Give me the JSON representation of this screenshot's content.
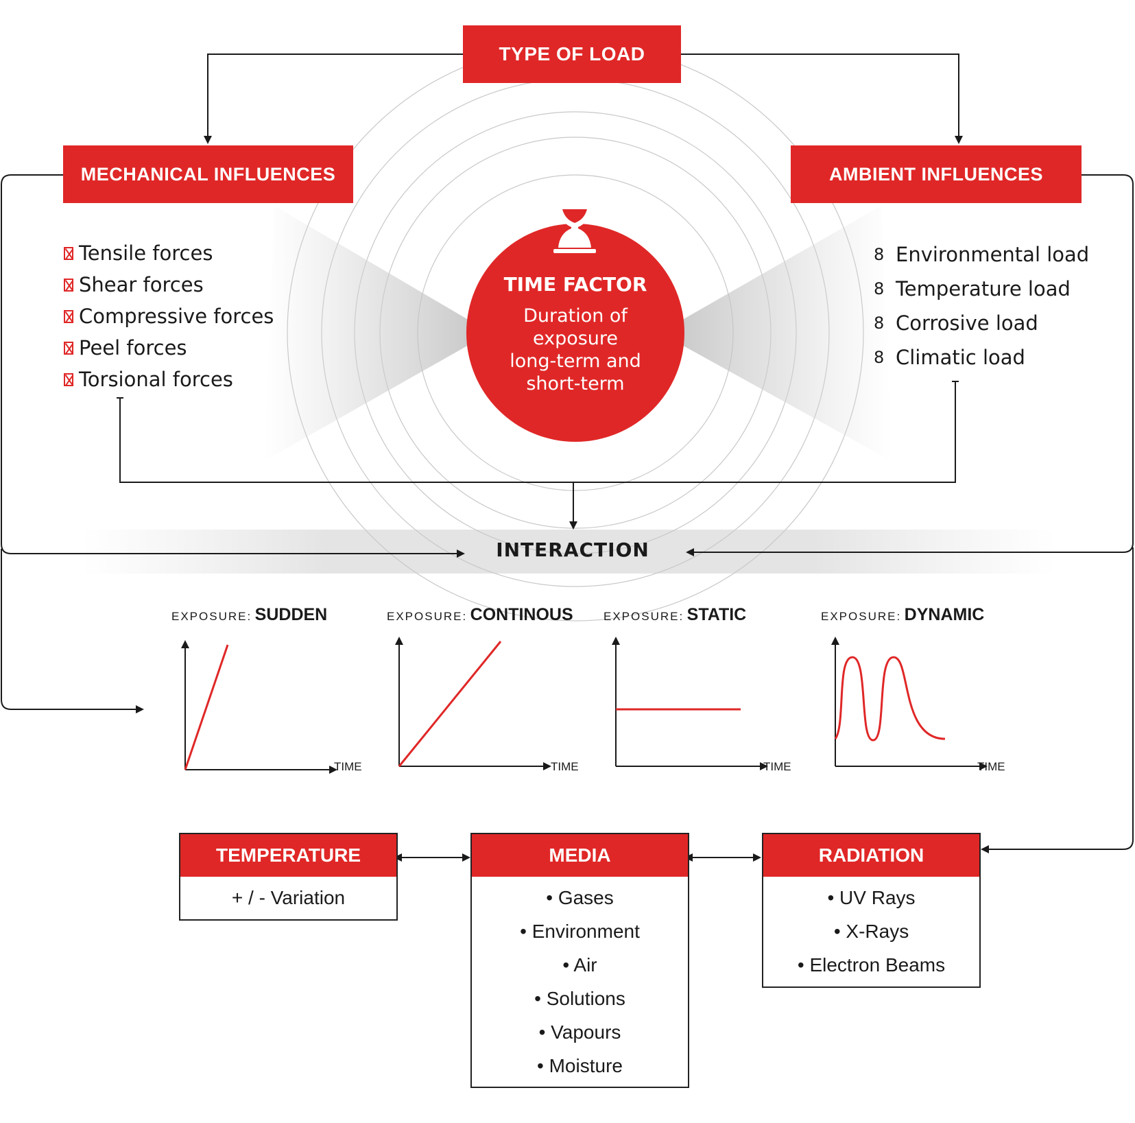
{
  "top": {
    "type_of_load": "TYPE OF LOAD"
  },
  "mechanical": {
    "title": "MECHANICAL INFLUENCES",
    "items": [
      "Tensile forces",
      "Shear forces",
      "Compressive forces",
      "Peel forces",
      "Torsional forces"
    ]
  },
  "ambient": {
    "title": "AMBIENT INFLUENCES",
    "bullet": "8",
    "items": [
      "Environmental load",
      "Temperature load",
      "Corrosive load",
      "Climatic load"
    ]
  },
  "time_factor": {
    "title": "TIME FACTOR",
    "desc_lines": [
      "Duration of",
      "exposure",
      "long-term and",
      "short-term"
    ]
  },
  "interaction": "INTERACTION",
  "exposure_prefix": "EXPOSURE:",
  "time_label": "TIME",
  "exposures": [
    {
      "value": "SUDDEN"
    },
    {
      "value": "CONTINOUS"
    },
    {
      "value": "STATIC"
    },
    {
      "value": "DYNAMIC"
    }
  ],
  "boxes": [
    {
      "title": "TEMPERATURE",
      "items": [
        "+ / - Variation"
      ]
    },
    {
      "title": "MEDIA",
      "items": [
        "• Gases",
        "• Environment",
        "• Air",
        "• Solutions",
        "• Vapours",
        "• Moisture"
      ]
    },
    {
      "title": "RADIATION",
      "items": [
        "• UV Rays",
        "• X-Rays",
        "• Electron Beams"
      ]
    }
  ],
  "colors": {
    "accent": "#e02727",
    "line": "#1a1a1a"
  },
  "icons": {
    "time_factor": "hourglass-icon"
  }
}
